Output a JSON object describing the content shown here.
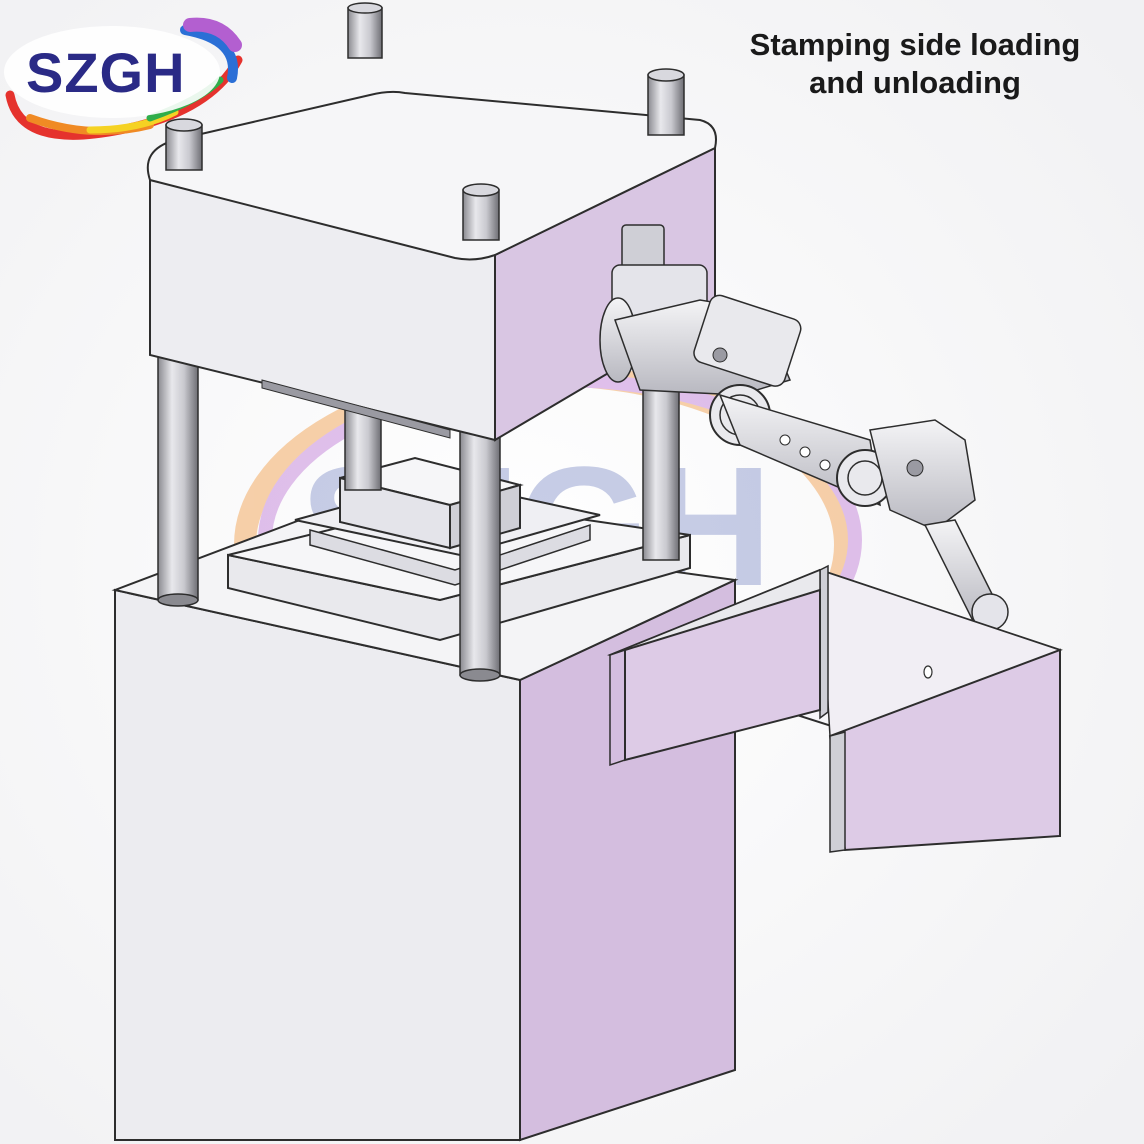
{
  "brand": {
    "logo_text": "SZGH",
    "watermark_text": "SZGH",
    "colors": {
      "logo_text": "#2a2a86",
      "ring_red": "#e5322d",
      "ring_orange": "#f08a24",
      "ring_yellow": "#f5d223",
      "ring_green": "#2fae4a",
      "ring_blue": "#2b6fd6",
      "ring_purple": "#7b3c9e"
    }
  },
  "caption": {
    "line1": "Stamping side loading",
    "line2": "and unloading"
  },
  "diagram": {
    "fill_purple": "#d9c6e3",
    "fill_light": "#eeeaf0",
    "stroke": "#2d2d2d",
    "background": "#ffffff"
  }
}
